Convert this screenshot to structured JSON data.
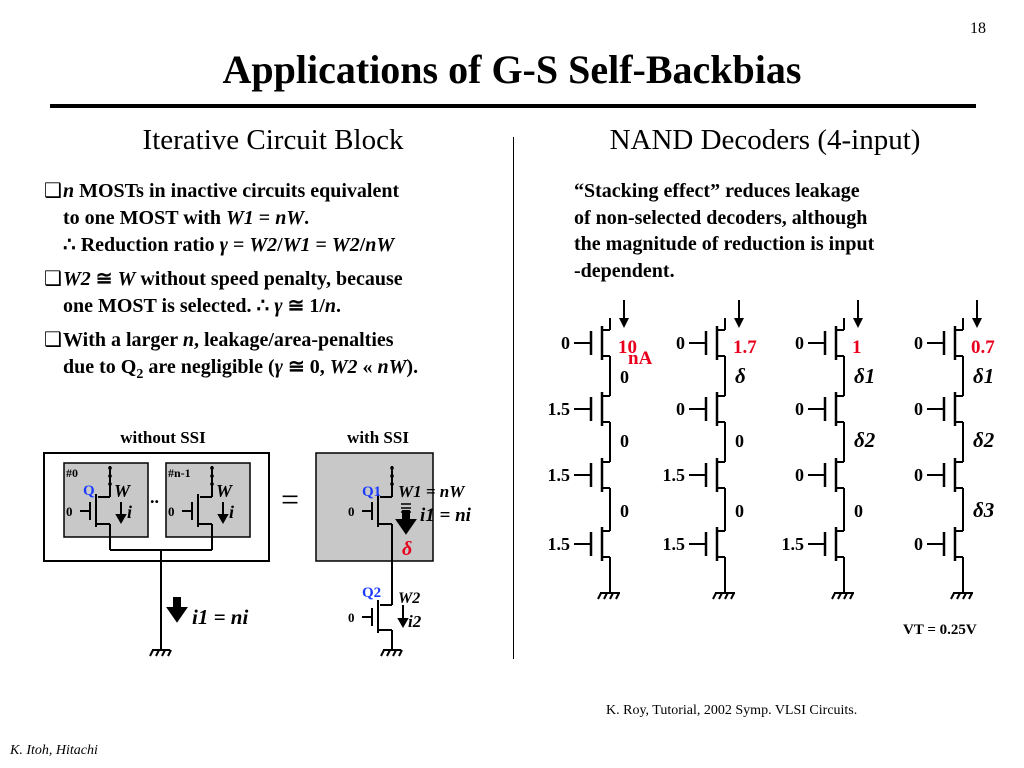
{
  "slide_number": "18",
  "title": "Applications of G-S Self-Backbias",
  "left_heading": "Iterative Circuit Block",
  "right_heading": "NAND Decoders (4-input)",
  "bullets": [
    {
      "line1": [
        "n",
        " MOSTs in inactive circuits equivalent"
      ],
      "line2": [
        "to one MOST with ",
        "W1",
        " = ",
        "nW",
        "."
      ],
      "line3": [
        "∴ Reduction ratio ",
        "γ",
        " = ",
        "W2",
        "/",
        "W1",
        " = ",
        "W2",
        "/",
        "nW"
      ]
    },
    {
      "line1": [
        "W2",
        " ≅ ",
        "W",
        " without speed penalty, because"
      ],
      "line2": [
        "one MOST is selected. ∴ ",
        "γ",
        " ≅ 1/",
        "n",
        "."
      ]
    },
    {
      "line1": [
        "With a larger ",
        "n",
        ", leakage/area-penalties"
      ],
      "line2": [
        "due to Q",
        "2",
        " are negligible (",
        "γ",
        " ≅ 0, ",
        "W2",
        " « ",
        "nW",
        ")."
      ]
    }
  ],
  "stacking_text": [
    "“Stacking effect” reduces leakage",
    "of non-selected decoders, although",
    "the magnitude of reduction is input",
    "-dependent."
  ],
  "iterative_diagram": {
    "without_label": "without SSI",
    "with_label": "with SSI",
    "cell0_label": "#0",
    "cellN_label": "#n-1",
    "q_label": "Q",
    "w_label": "W",
    "i_label": "i",
    "zero": "0",
    "dots": "..",
    "equals": "=",
    "total_current": "i1 = ni",
    "q1_label": "Q1",
    "w1_label": "W1 = nW",
    "i1_label": "i1 = ni",
    "delta": "δ",
    "q2_label": "Q2",
    "w2_label": "W2",
    "i2_label": "i2"
  },
  "nand_diagram": {
    "columns": [
      {
        "inputs": [
          "0",
          "1.5",
          "1.5",
          "1.5"
        ],
        "current": "10",
        "current_unit": "nA",
        "nodes": [
          "0",
          "0",
          "0"
        ]
      },
      {
        "inputs": [
          "0",
          "0",
          "1.5",
          "1.5"
        ],
        "current": "1.7",
        "nodes": [
          "δ",
          "0",
          "0"
        ]
      },
      {
        "inputs": [
          "0",
          "0",
          "0",
          "1.5"
        ],
        "current": "1",
        "nodes": [
          "δ1",
          "δ2",
          "0"
        ]
      },
      {
        "inputs": [
          "0",
          "0",
          "0",
          "0"
        ],
        "current": "0.7",
        "nodes": [
          "δ1",
          "δ2",
          "δ3"
        ]
      }
    ],
    "vt_label": "VT = 0.25V"
  },
  "reference": "K. Roy, Tutorial, 2002 Symp. VLSI Circuits.",
  "author": "K. Itoh, Hitachi",
  "colors": {
    "accent_red": "#e8001c",
    "accent_blue": "#1a3cff",
    "cell_gray": "#c8c8c8"
  }
}
